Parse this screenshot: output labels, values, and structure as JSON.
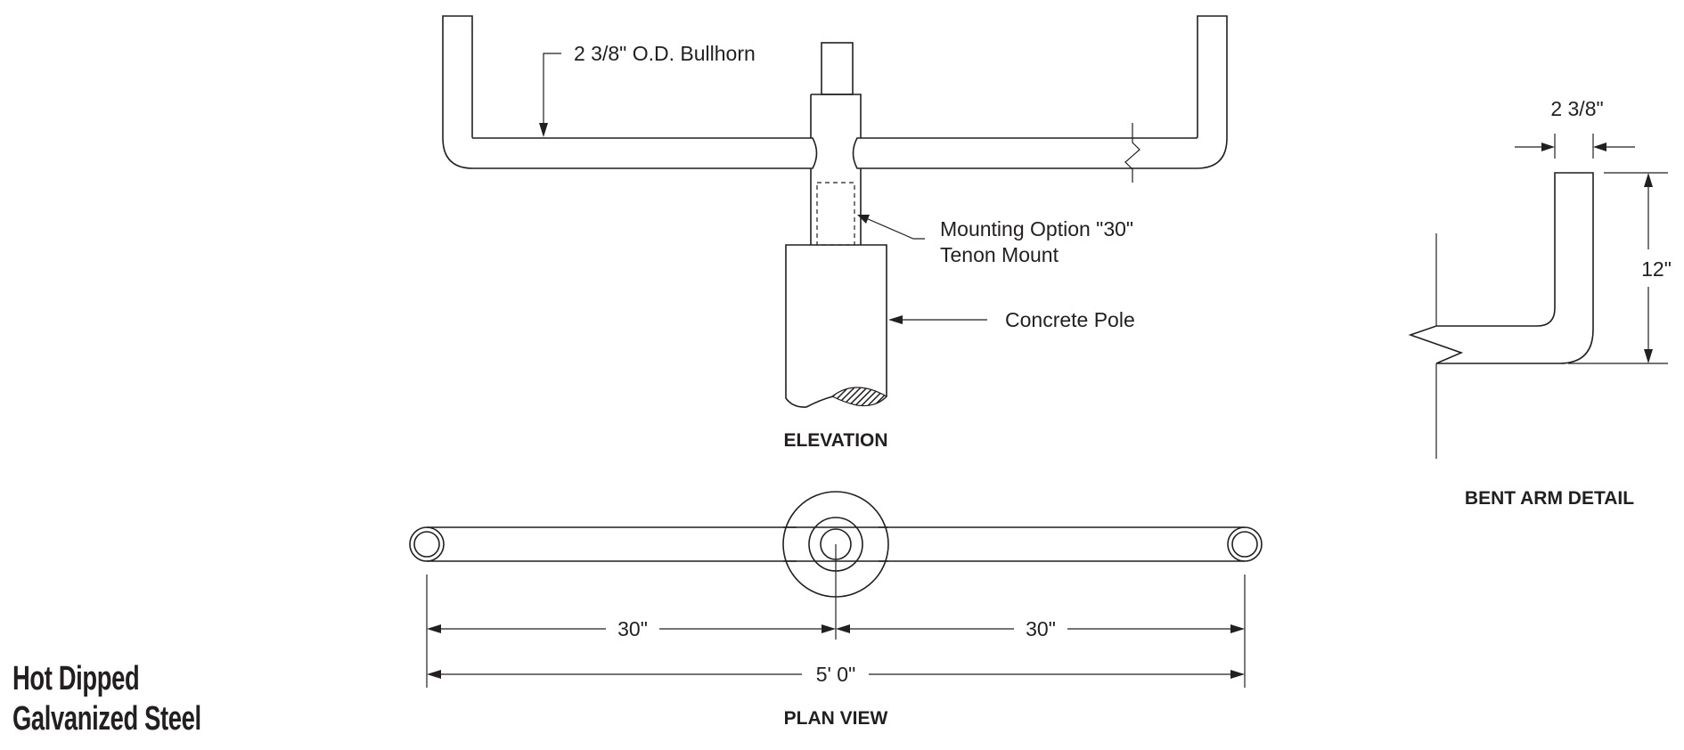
{
  "elevation": {
    "title": "ELEVATION",
    "bullhorn_label": "2 3/8\" O.D. Bullhorn",
    "mounting_label_line1": "Mounting Option \"30\"",
    "mounting_label_line2": "Tenon Mount",
    "pole_label": "Concrete Pole"
  },
  "bent_arm_detail": {
    "title": "BENT ARM DETAIL",
    "diameter_label": "2 3/8\"",
    "height_label": "12\""
  },
  "plan_view": {
    "title": "PLAN VIEW",
    "left_arm_label": "30\"",
    "right_arm_label": "30\"",
    "overall_label": "5' 0\""
  },
  "material": {
    "line1": "Hot Dipped",
    "line2": "Galvanized Steel"
  },
  "colors": {
    "line": "#231f20",
    "background": "#ffffff"
  }
}
